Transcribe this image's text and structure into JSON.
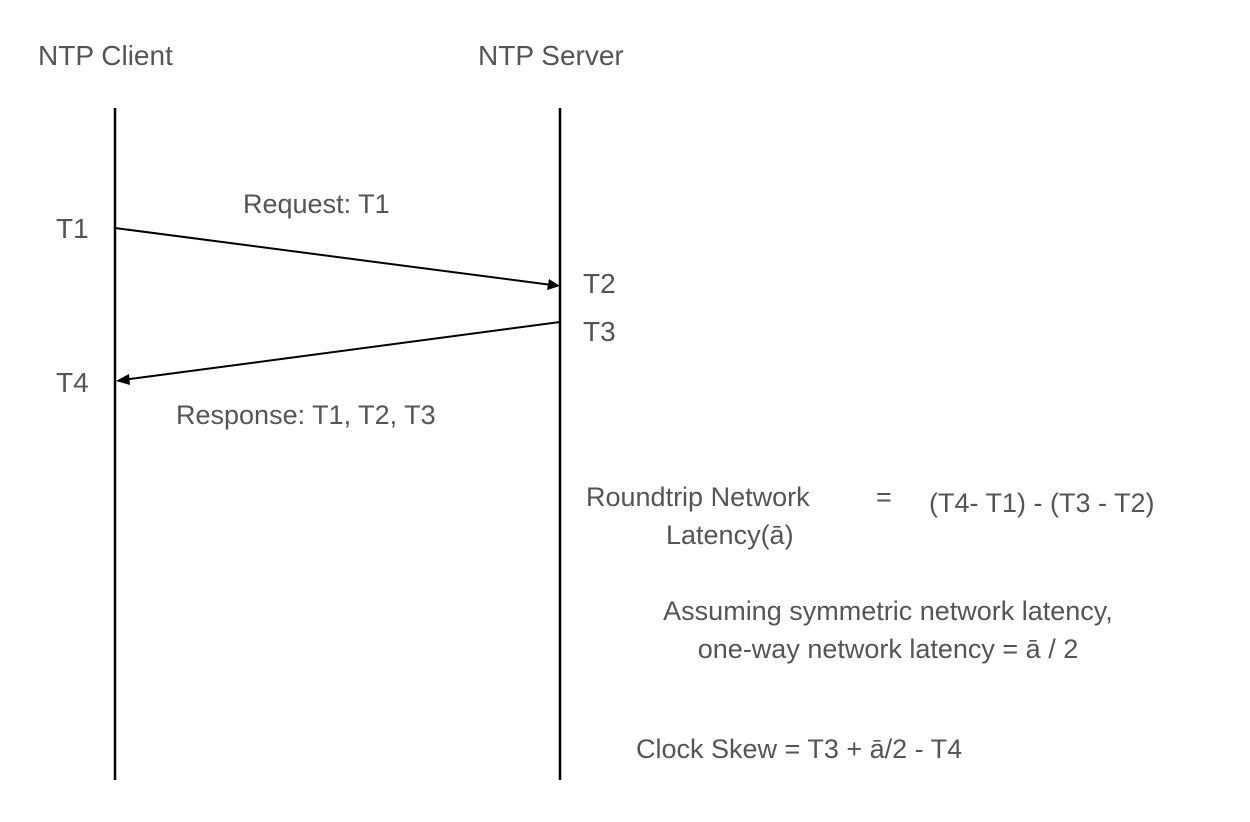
{
  "participants": {
    "client": "NTP Client",
    "server": "NTP Server"
  },
  "timestamps": {
    "t1": "T1",
    "t2": "T2",
    "t3": "T3",
    "t4": "T4"
  },
  "messages": {
    "request": "Request: T1",
    "response": "Response: T1, T2, T3"
  },
  "formulas": {
    "roundtrip_label_line1": "Roundtrip Network",
    "roundtrip_label_line2": "Latency(ā)",
    "roundtrip_equals": "=",
    "roundtrip_expression": "(T4- T1) - (T3 - T2)",
    "symmetric_line1": "Assuming symmetric network latency,",
    "symmetric_line2": "one-way network latency = ā / 2",
    "clock_skew": "Clock Skew = T3 + ā/2 - T4"
  }
}
